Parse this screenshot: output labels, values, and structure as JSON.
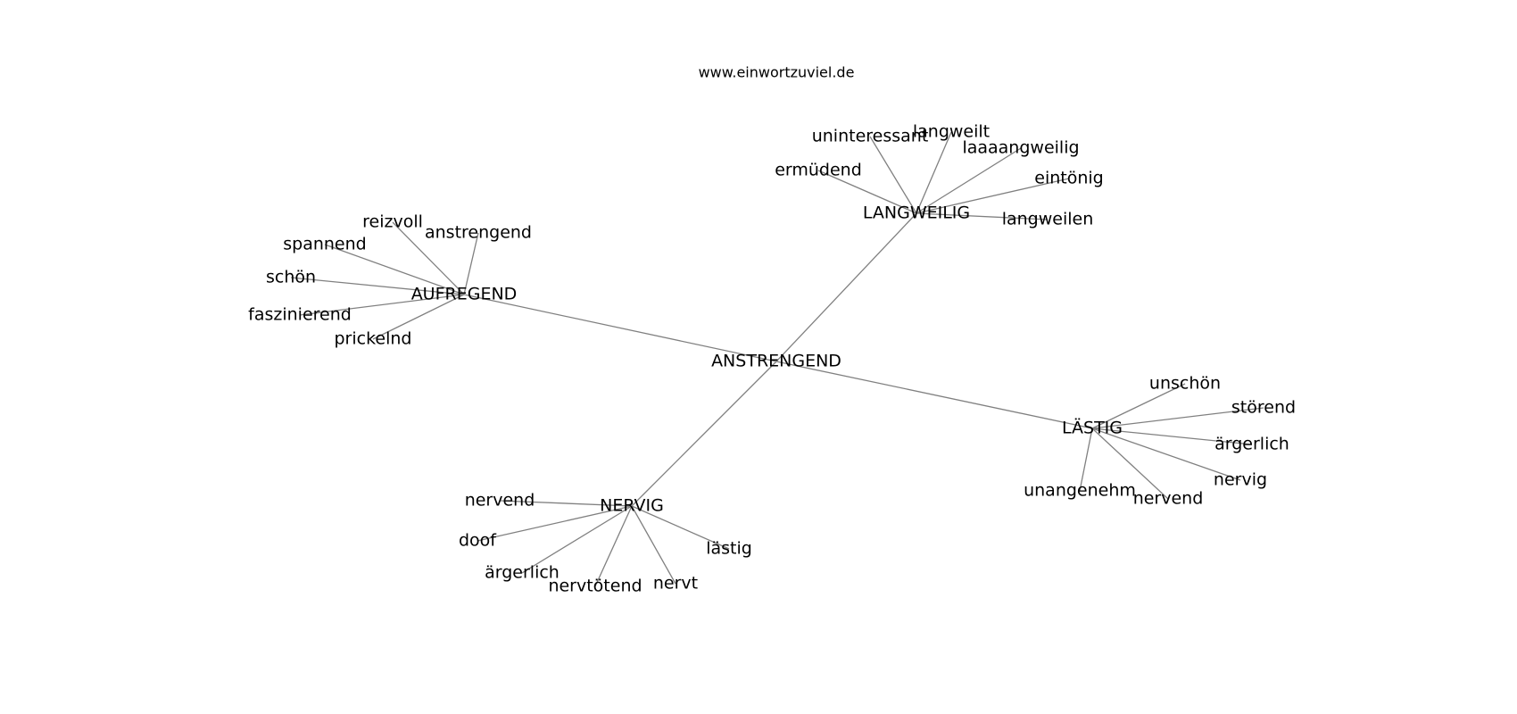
{
  "site": "www.einwortzuviel.de",
  "root": "ANSTRENGEND",
  "groups": [
    {
      "hub": "AUFREGEND",
      "words": [
        "reizvoll",
        "anstrengend",
        "spannend",
        "schön",
        "faszinierend",
        "prickelnd"
      ]
    },
    {
      "hub": "LANGWEILIG",
      "words": [
        "uninteressant",
        "langweilt",
        "laaaangweilig",
        "ermüdend",
        "eintönig",
        "langweilen"
      ]
    },
    {
      "hub": "LÄSTIG",
      "words": [
        "unschön",
        "störend",
        "ärgerlich",
        "nervig",
        "unangenehm",
        "nervend"
      ]
    },
    {
      "hub": "NERVIG",
      "words": [
        "nervend",
        "doof",
        "ärgerlich",
        "nervtötend",
        "nervt",
        "lästig"
      ]
    }
  ]
}
